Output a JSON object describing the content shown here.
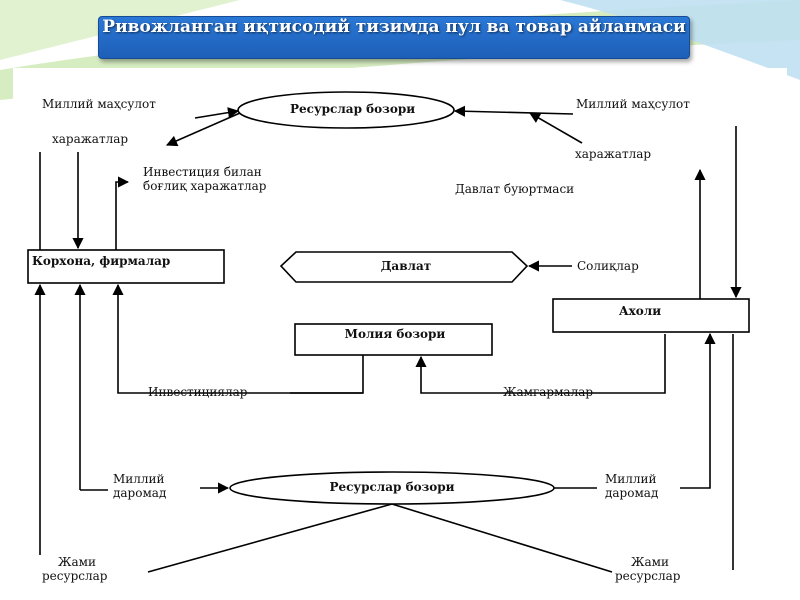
{
  "title": "Ривожланган иқтисодий тизимда пул ва товар айланмаси",
  "nodes": {
    "resource_market_top": "Ресурслар бозори",
    "firms": "Корхона, фирмалар",
    "government": "Давлат",
    "households": "Ахоли",
    "financial_market": "Молия бозори",
    "resource_market_bottom": "Ресурслар бозори"
  },
  "labels": {
    "national_product_left": "Миллий маҳсулот",
    "expenses_left": "харажатлар",
    "investment_expenses_line1": "Инвестиция билан",
    "investment_expenses_line2": "боғлиқ харажатлар",
    "national_product_right": "Миллий маҳсулот",
    "expenses_right": "харажатлар",
    "government_orders": "Давлат буюртмаси",
    "taxes": "Солиқлар",
    "investments": "Инвестициялар",
    "savings": "Жамғармалар",
    "national_income_left_line1": "Миллий",
    "national_income_left_line2": "даромад",
    "national_income_right_line1": "Миллий",
    "national_income_right_line2": "даромад",
    "total_resources_left_line1": "Жами",
    "total_resources_left_line2": "ресурслар",
    "total_resources_right_line1": "Жами",
    "total_resources_right_line2": "ресурслар"
  },
  "colors": {
    "title_bg": "#1d5fb8",
    "title_text": "#ffffff",
    "deco_green": "#b8dc9a",
    "deco_blue": "#bfe0f2",
    "line": "#000000"
  }
}
